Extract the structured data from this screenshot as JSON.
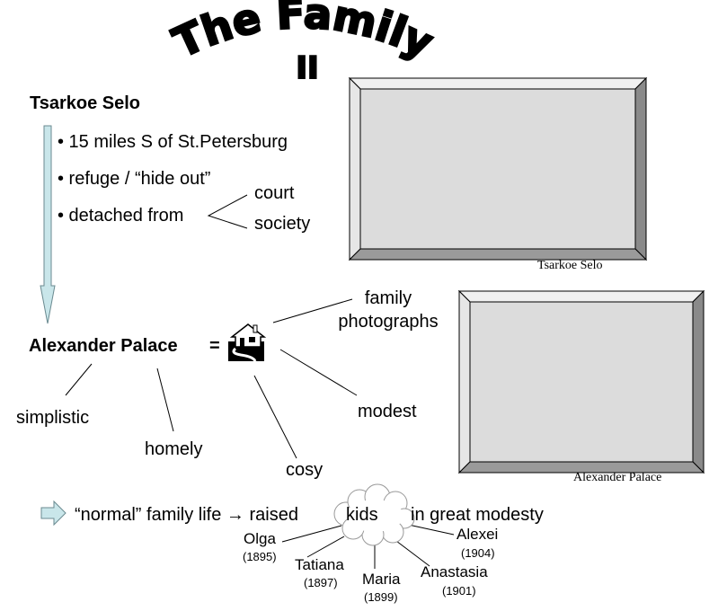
{
  "title": {
    "line1": "The Family",
    "line2": "II"
  },
  "tsarkoe": {
    "heading": "Tsarkoe Selo",
    "bullets": [
      "• 15 miles S of St.Petersburg",
      "• refuge / “hide out”",
      "• detached from"
    ],
    "detached_branches": [
      "court",
      "society"
    ],
    "photo_caption": "Tsarkoe Selo"
  },
  "alexander": {
    "heading": "Alexander Palace",
    "equals": "=",
    "icon": "house-icon",
    "attributes": [
      "simplistic",
      "homely",
      "cosy",
      "modest",
      "family photographs"
    ],
    "photo_caption": "Alexander Palace"
  },
  "family_life": {
    "text_before": "“normal” family life → raised",
    "cloud_label": "kids",
    "text_after": "in great modesty",
    "children": [
      {
        "name": "Olga",
        "year": "(1895)"
      },
      {
        "name": "Tatiana",
        "year": "(1897)"
      },
      {
        "name": "Maria",
        "year": "(1899)"
      },
      {
        "name": "Anastasia",
        "year": "(1901)"
      },
      {
        "name": "Alexei",
        "year": "(1904)"
      }
    ]
  },
  "colors": {
    "arrow_fill": "#c9e6ea",
    "frame_inner": "#dcdcdc",
    "frame_bevel": "#b0b0b0"
  }
}
